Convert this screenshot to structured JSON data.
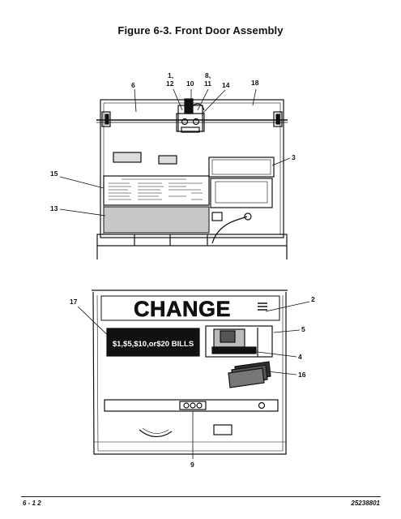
{
  "figure_title": "Figure 6-3.  Front Door Assembly",
  "top_callouts": {
    "c6": "6",
    "c1_12_a": "1,",
    "c1_12_b": "12",
    "c10": "10",
    "c8_11_a": "8,",
    "c8_11_b": "11",
    "c14": "14",
    "c18": "18",
    "c3": "3",
    "c15": "15",
    "c13": "13"
  },
  "bottom_callouts": {
    "c17": "17",
    "c2": "2",
    "c5": "5",
    "c4": "4",
    "c16": "16",
    "c9": "9"
  },
  "panel_text": {
    "change_sign": "CHANGE",
    "bills_label": "$1,$5,$10,or$20 BILLS"
  },
  "footer": {
    "page_number": "6 - 1 2",
    "doc_number": "25238801"
  }
}
